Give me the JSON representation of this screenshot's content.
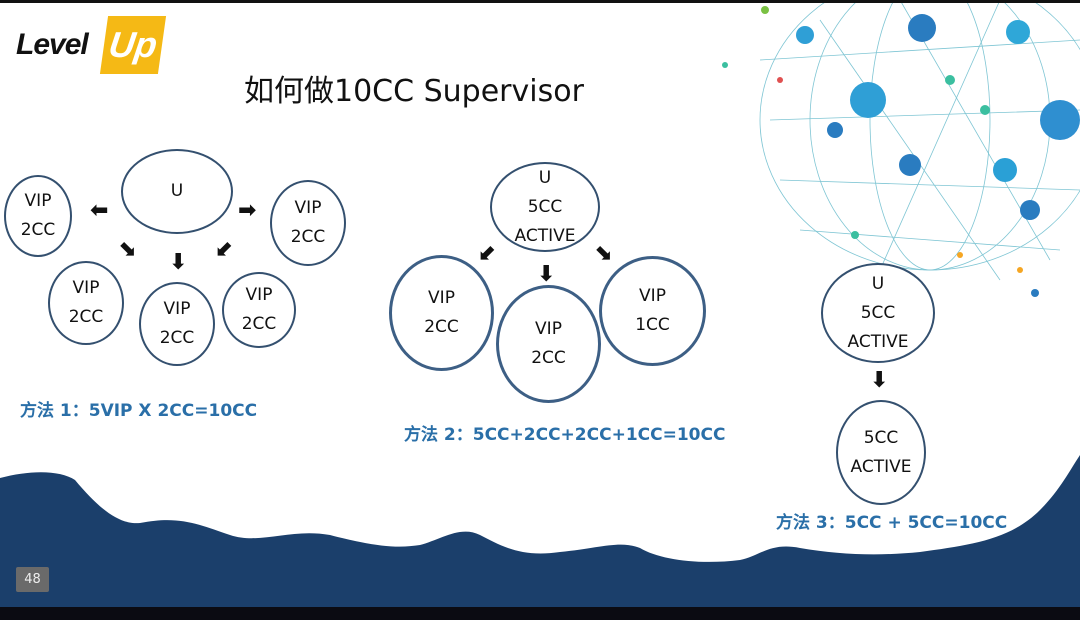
{
  "logo": {
    "text_level": "Level",
    "text_up": "Up",
    "colors": {
      "badge": "#f5b915"
    }
  },
  "title": "如何做10CC Supervisor",
  "method1": {
    "center": "U",
    "nodes": [
      [
        "VIP",
        "2CC"
      ],
      [
        "VIP",
        "2CC"
      ],
      [
        "VIP",
        "2CC"
      ],
      [
        "VIP",
        "2CC"
      ],
      [
        "VIP",
        "2CC"
      ]
    ],
    "caption": "方法 1：5VIP X 2CC=10CC"
  },
  "method2": {
    "center": [
      "U",
      "5CC",
      "ACTIVE"
    ],
    "nodes": [
      [
        "VIP",
        "2CC"
      ],
      [
        "VIP",
        "2CC"
      ],
      [
        "VIP",
        "1CC"
      ]
    ],
    "caption": "方法 2：5CC+2CC+2CC+1CC=10CC"
  },
  "method3": {
    "top": [
      "U",
      "5CC",
      "ACTIVE"
    ],
    "bottom": [
      "5CC",
      "ACTIVE"
    ],
    "caption": "方法 3：5CC + 5CC=10CC"
  },
  "page_number": "48",
  "colors": {
    "wave": "#1b3f6b",
    "caption": "#2a6fa8",
    "node_border": "#34506f"
  }
}
